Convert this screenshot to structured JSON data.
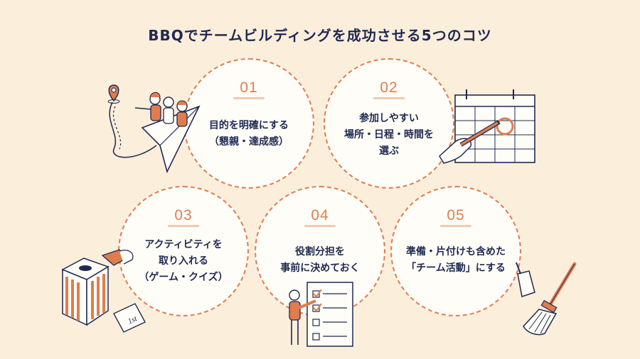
{
  "title": "BBQでチームビルディングを成功させる5つのコツ",
  "tips": [
    {
      "number": "01",
      "lines": [
        "目的を明確にする",
        "（懇親・達成感）"
      ]
    },
    {
      "number": "02",
      "lines": [
        "参加しやすい",
        "場所・日程・時間を",
        "選ぶ"
      ]
    },
    {
      "number": "03",
      "lines": [
        "アクティビティを",
        "取り入れる",
        "（ゲーム・クイズ）"
      ]
    },
    {
      "number": "04",
      "lines": [
        "役割分担を",
        "事前に決めておく"
      ]
    },
    {
      "number": "05",
      "lines": [
        "準備・片付けも含めた",
        "「チーム活動」にする"
      ]
    }
  ],
  "ticket_text": "1st",
  "colors": {
    "accent": "#e07d4e",
    "navy": "#1f2a52",
    "background": "#fbeedb"
  }
}
